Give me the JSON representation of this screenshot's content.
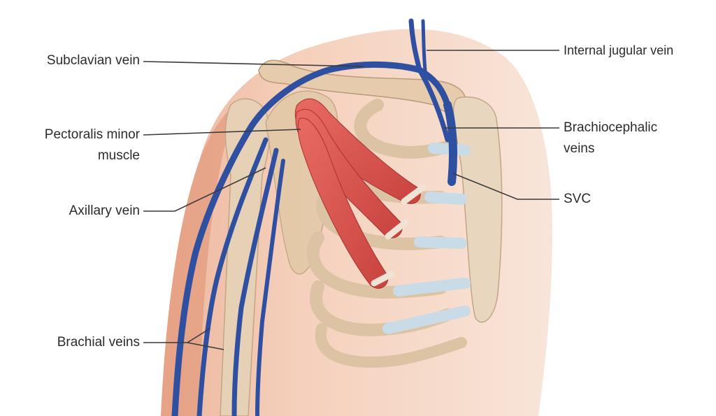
{
  "labels": {
    "subclavian_vein": "Subclavian vein",
    "pectoralis_line1": "Pectoralis minor",
    "pectoralis_line2": "muscle",
    "axillary_vein": "Axillary vein",
    "brachial_veins": "Brachial veins",
    "internal_jugular_vein": "Internal jugular vein",
    "brachiocephalic_line1": "Brachiocephalic",
    "brachiocephalic_line2": "veins",
    "svc": "SVC"
  },
  "colors": {
    "skin": "#eab79c",
    "skin_shadow": "#d8967a",
    "bone": "#e0c9ab",
    "bone_outline": "#b79878",
    "cartilage": "#c9dbe6",
    "vein": "#2f4fa0",
    "muscle": "#d9544f",
    "leader_line": "#3a3a3a"
  }
}
